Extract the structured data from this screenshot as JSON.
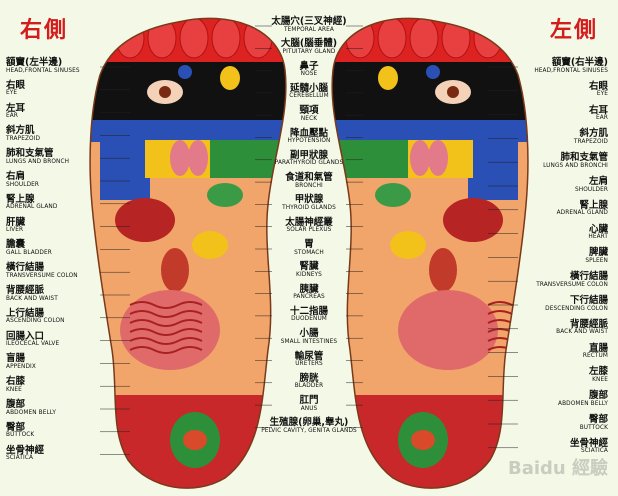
{
  "titles": {
    "right": "右側",
    "left": "左側"
  },
  "center_labels": [
    {
      "zh": "太腸穴(三叉神經)",
      "en": "TEMPORAL AREA"
    },
    {
      "zh": "大腦(腦垂體)",
      "en": "PITUITARY GLAND"
    },
    {
      "zh": "鼻子",
      "en": "NOSE"
    },
    {
      "zh": "延髓小腦",
      "en": "CEREBELLUM"
    },
    {
      "zh": "頸項",
      "en": "NECK"
    },
    {
      "zh": "降血壓點",
      "en": "HYPOTENSION"
    },
    {
      "zh": "副甲狀腺",
      "en": "PARATHYROID GLANDS"
    },
    {
      "zh": "食道和氣管",
      "en": "BRONCHI"
    },
    {
      "zh": "甲狀腺",
      "en": "THYROID GLANDS"
    },
    {
      "zh": "太腸神經叢",
      "en": "SOLAR PLEXUS"
    },
    {
      "zh": "胃",
      "en": "STOMACH"
    },
    {
      "zh": "腎臟",
      "en": "KIDNEYS"
    },
    {
      "zh": "胰臟",
      "en": "PANCREAS"
    },
    {
      "zh": "十二指腸",
      "en": "DUODENUM"
    },
    {
      "zh": "小腸",
      "en": "SMALL INTESTINES"
    },
    {
      "zh": "輸尿管",
      "en": "URETERS"
    },
    {
      "zh": "膀胱",
      "en": "BLADDER"
    },
    {
      "zh": "肛門",
      "en": "ANUS"
    },
    {
      "zh": "生殖腺(卵巢,睾丸)",
      "en": "PELVIC CAVITY, GENITA GLANDS"
    }
  ],
  "left_labels": [
    {
      "zh": "額竇(左半邊)",
      "en": "HEAD,FRONTAL SINUSES"
    },
    {
      "zh": "右眼",
      "en": "EYE"
    },
    {
      "zh": "左耳",
      "en": "EAR"
    },
    {
      "zh": "斜方肌",
      "en": "TRAPEZOID"
    },
    {
      "zh": "肺和支氣管",
      "en": "LUNGS AND BRONCH"
    },
    {
      "zh": "右肩",
      "en": "SHOULDER"
    },
    {
      "zh": "腎上腺",
      "en": "ADRENAL GLAND"
    },
    {
      "zh": "肝臟",
      "en": "LIVER"
    },
    {
      "zh": "膽囊",
      "en": "GALL BLADDER"
    },
    {
      "zh": "橫行結腸",
      "en": "TRANSVERSUME COLON"
    },
    {
      "zh": "背腰經脈",
      "en": "BACK AND WAIST"
    },
    {
      "zh": "上行結腸",
      "en": "ASCENDING COLON"
    },
    {
      "zh": "回腸入口",
      "en": "ILEOCECAL VALVE"
    },
    {
      "zh": "盲腸",
      "en": "APPENDIX"
    },
    {
      "zh": "右膝",
      "en": "KNEE"
    },
    {
      "zh": "腹部",
      "en": "ABDOMEN BELLY"
    },
    {
      "zh": "臀部",
      "en": "BUTTOCK"
    },
    {
      "zh": "坐骨神經",
      "en": "SCIATICA"
    }
  ],
  "right_labels": [
    {
      "zh": "額竇(右半邊)",
      "en": "HEAD,FRONTAL SINUSES"
    },
    {
      "zh": "右眼",
      "en": "EYE"
    },
    {
      "zh": "右耳",
      "en": "EAR"
    },
    {
      "zh": "斜方肌",
      "en": "TRAPEZOID"
    },
    {
      "zh": "肺和支氣管",
      "en": "LUNGS AND BRONCHI"
    },
    {
      "zh": "左肩",
      "en": "SHOULDER"
    },
    {
      "zh": "腎上腺",
      "en": "ADRENAL GLAND"
    },
    {
      "zh": "心臟",
      "en": "HEART"
    },
    {
      "zh": "脾臟",
      "en": "SPLEEN"
    },
    {
      "zh": "橫行結腸",
      "en": "TRANSVERSUME COLON"
    },
    {
      "zh": "下行結腸",
      "en": "DESCENDING COLON"
    },
    {
      "zh": "背腰經脈",
      "en": "BACK AND WAIST"
    },
    {
      "zh": "直腸",
      "en": "RECTUM"
    },
    {
      "zh": "左膝",
      "en": "KNEE"
    },
    {
      "zh": "腹部",
      "en": "ABDOMEN BELLY"
    },
    {
      "zh": "臀部",
      "en": "BUTTOCK"
    },
    {
      "zh": "坐骨神經",
      "en": "SCIATICA"
    }
  ],
  "watermark": "Baidu 經驗",
  "colors": {
    "toes": "#dd2222",
    "brain": "#111111",
    "neck_band": "#2a4fb5",
    "chest": "#f2c21a",
    "shoulder": "#2e8f3a",
    "plantar": "#f1a56a",
    "pelvis": "#c8282a",
    "heel": "#2e8f3a",
    "title": "#d41c1c"
  }
}
